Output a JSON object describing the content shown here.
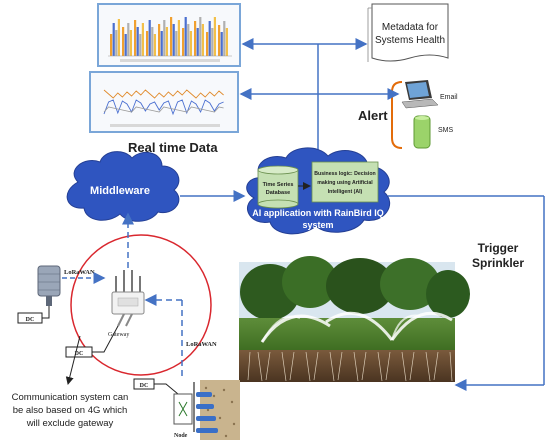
{
  "labels": {
    "metadata_line1": "Metadata for",
    "metadata_line2": "Systems Health",
    "email": "Email",
    "sms": "SMS",
    "alert": "Alert",
    "real_time_data": "Real time Data",
    "middleware": "Middleware",
    "db_line1": "Time Series",
    "db_line2": "Database",
    "biz_line1": "Business logic: Decision",
    "biz_line2": "making using Artificial",
    "biz_line3": "Intelligent (AI)",
    "ai_line1": "AI application  with RainBird IQ",
    "ai_line2": "system",
    "trigger_line1": "Trigger",
    "trigger_line2": "Sprinkler",
    "lorawan_top": "LoRaWAN",
    "lorawan_mid": "LoRaWAN",
    "dc": "DC",
    "gateway": "Gateway",
    "node": "Node",
    "comm_line1": "Communication system can",
    "comm_line2": "be also based on 4G which",
    "comm_line3": "will exclude gateway"
  },
  "icons": [
    "laptop-icon",
    "phone-icon",
    "antenna-icon",
    "sensor-icon",
    "database-icon",
    "document-icon"
  ],
  "colors": {
    "cloud": "#2f55c0",
    "arrow": "#4472c4",
    "db_fill": "#c5e0b3",
    "circle": "#d9272e",
    "alert_bracket": "#e36c0a"
  }
}
